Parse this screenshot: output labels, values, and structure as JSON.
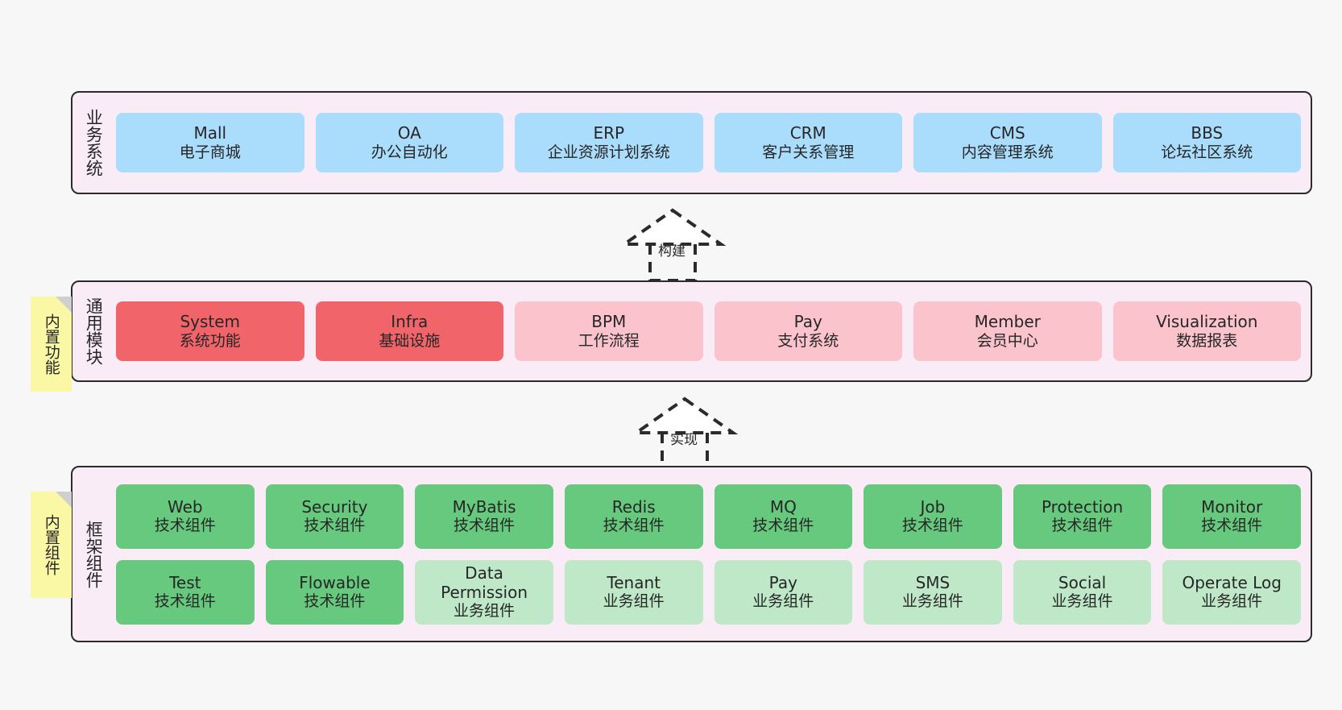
{
  "diagram": {
    "background_color": "#f7f7f7",
    "panel_color": "#f9ecf6",
    "panel_border_color": "#2b2b2b",
    "note_color": "#fbf8a5"
  },
  "layers": [
    {
      "id": "business-systems",
      "title": "业务系统",
      "card_color": "#aadcfb",
      "cards": [
        {
          "name": "Mall",
          "desc": "电子商城"
        },
        {
          "name": "OA",
          "desc": "办公自动化"
        },
        {
          "name": "ERP",
          "desc": "企业资源计划系统"
        },
        {
          "name": "CRM",
          "desc": "客户关系管理"
        },
        {
          "name": "CMS",
          "desc": "内容管理系统"
        },
        {
          "name": "BBS",
          "desc": "论坛社区系统"
        }
      ]
    },
    {
      "id": "common-modules",
      "title": "通用模块",
      "note": "内置功能",
      "cards": [
        {
          "name": "System",
          "desc": "系统功能",
          "color": "#f0646a"
        },
        {
          "name": "Infra",
          "desc": "基础设施",
          "color": "#f0646a"
        },
        {
          "name": "BPM",
          "desc": "工作流程",
          "color": "#fbc4cc"
        },
        {
          "name": "Pay",
          "desc": "支付系统",
          "color": "#fbc4cc"
        },
        {
          "name": "Member",
          "desc": "会员中心",
          "color": "#fbc4cc"
        },
        {
          "name": "Visualization",
          "desc": "数据报表",
          "color": "#fbc4cc"
        }
      ]
    },
    {
      "id": "framework-components",
      "title": "框架组件",
      "note": "内置组件",
      "row1": [
        {
          "name": "Web",
          "desc": "技术组件",
          "color": "#66c97d"
        },
        {
          "name": "Security",
          "desc": "技术组件",
          "color": "#66c97d"
        },
        {
          "name": "MyBatis",
          "desc": "技术组件",
          "color": "#66c97d"
        },
        {
          "name": "Redis",
          "desc": "技术组件",
          "color": "#66c97d"
        },
        {
          "name": "MQ",
          "desc": "技术组件",
          "color": "#66c97d"
        },
        {
          "name": "Job",
          "desc": "技术组件",
          "color": "#66c97d"
        },
        {
          "name": "Protection",
          "desc": "技术组件",
          "color": "#66c97d"
        },
        {
          "name": "Monitor",
          "desc": "技术组件",
          "color": "#66c97d"
        }
      ],
      "row2": [
        {
          "name": "Test",
          "desc": "技术组件",
          "color": "#66c97d"
        },
        {
          "name": "Flowable",
          "desc": "技术组件",
          "color": "#66c97d"
        },
        {
          "name": "Data",
          "name2": "Permission",
          "desc": "业务组件",
          "color": "#bfe8c8"
        },
        {
          "name": "Tenant",
          "desc": "业务组件",
          "color": "#bfe8c8"
        },
        {
          "name": "Pay",
          "desc": "业务组件",
          "color": "#bfe8c8"
        },
        {
          "name": "SMS",
          "desc": "业务组件",
          "color": "#bfe8c8"
        },
        {
          "name": "Social",
          "desc": "业务组件",
          "color": "#bfe8c8"
        },
        {
          "name": "Operate Log",
          "desc": "业务组件",
          "color": "#bfe8c8"
        }
      ]
    }
  ],
  "connectors": [
    {
      "id": "build",
      "label": "构建",
      "from": "common-modules",
      "to": "business-systems"
    },
    {
      "id": "implement",
      "label": "实现",
      "from": "framework-components",
      "to": "common-modules"
    }
  ]
}
